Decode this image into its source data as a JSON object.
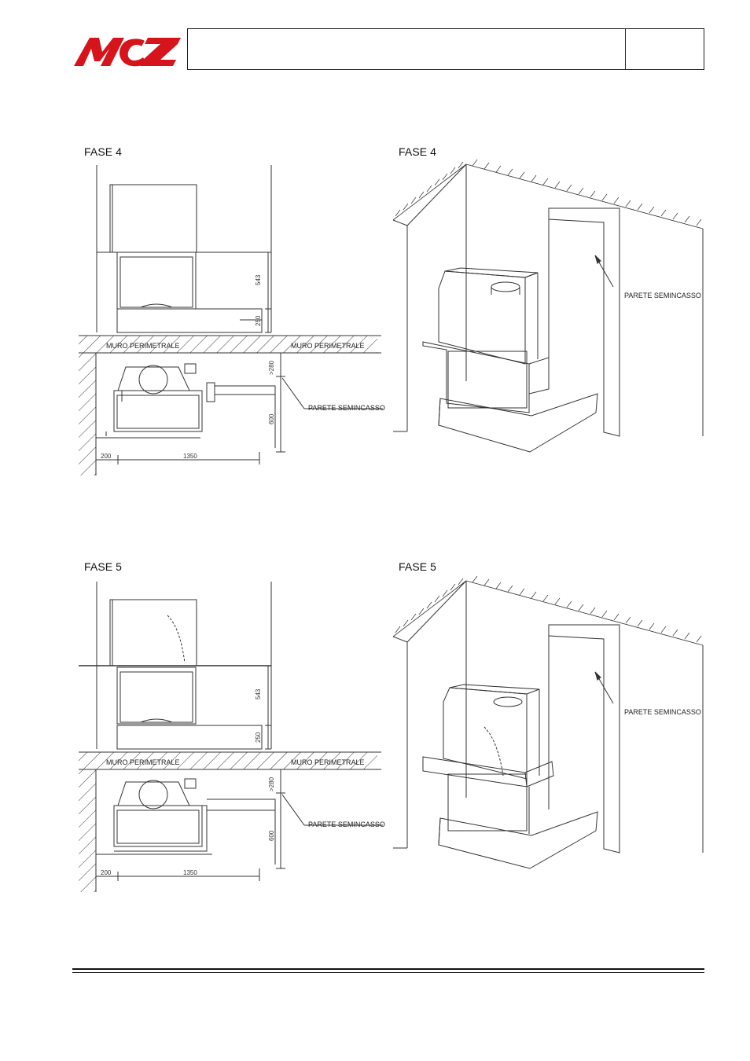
{
  "header": {
    "brand": "MCZ",
    "brand_color": "#d6141c",
    "title_cell": "",
    "page_cell": ""
  },
  "panels": [
    {
      "fase": "FASE 4",
      "plan_labels": {
        "wall_left": "MURO PERIMETRALE",
        "wall_right": "MURO PERIMETRALE",
        "partition": "PARETE SEMINCASSO"
      },
      "dims": {
        "h1": "543",
        "h2": "250",
        "d1": ">280",
        "d2": "600",
        "w1": "200",
        "w2": "1350"
      }
    },
    {
      "fase": "FASE 4",
      "label": "PARETE SEMINCASSO"
    },
    {
      "fase": "FASE 5",
      "plan_labels": {
        "wall_left": "MURO PERIMETRALE",
        "wall_right": "MURO PERIMETRALE",
        "partition": "PARETE SEMINCASSO"
      },
      "dims": {
        "h1": "543",
        "h2": "250",
        "d1": ">280",
        "d2": "600",
        "w1": "200",
        "w2": "1350"
      }
    },
    {
      "fase": "FASE 5",
      "label": "PARETE SEMINCASSO"
    }
  ]
}
